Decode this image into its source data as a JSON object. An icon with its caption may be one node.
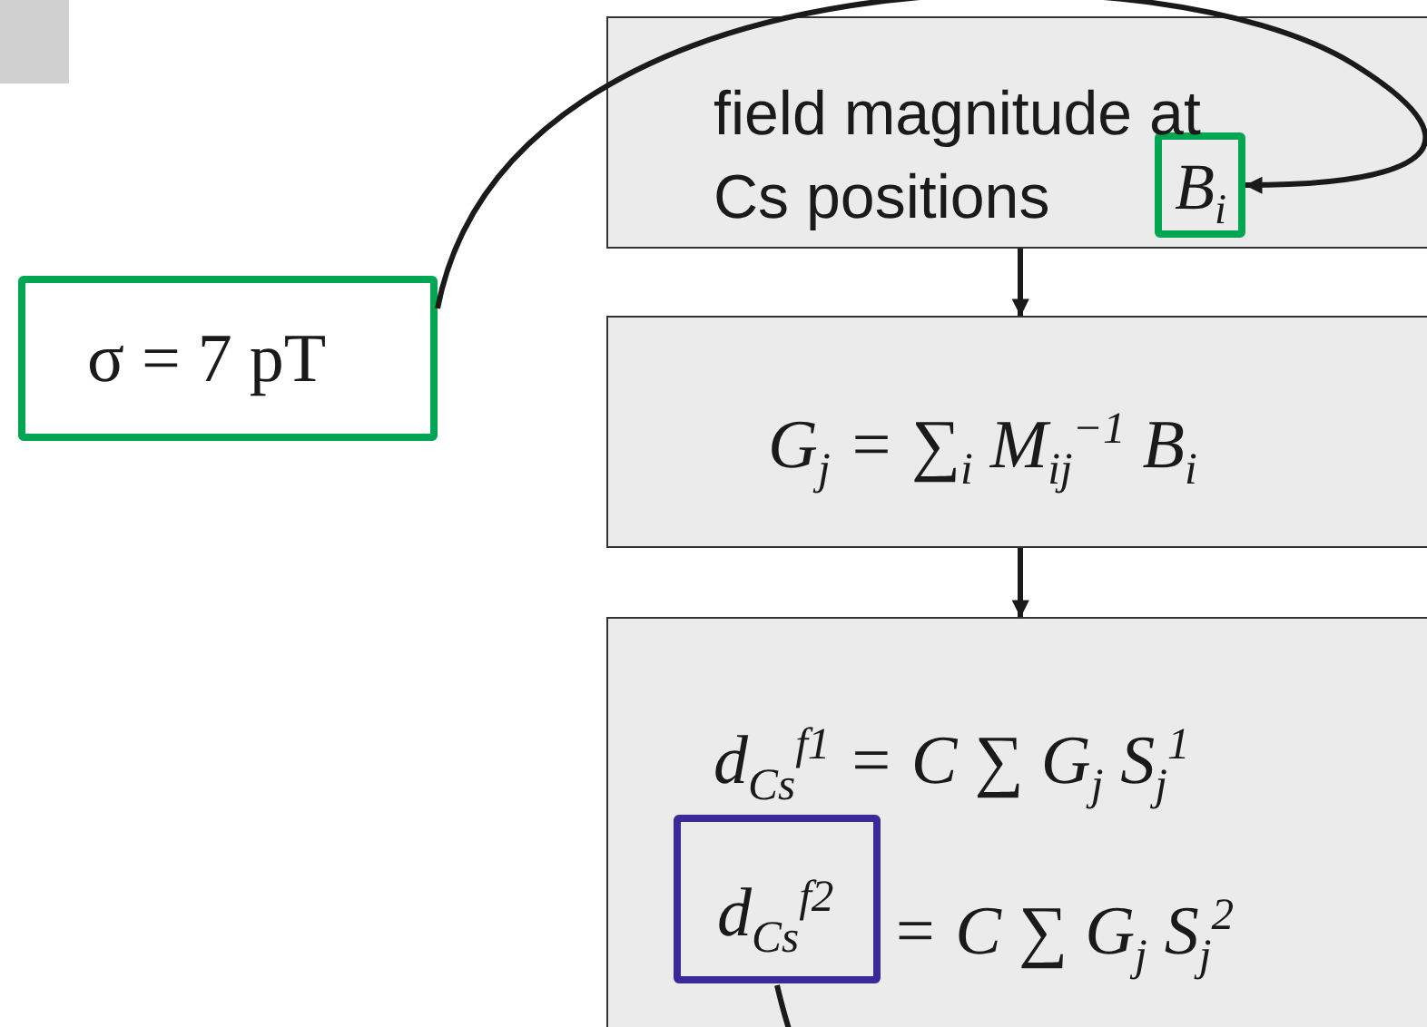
{
  "diagram": {
    "nodes": [
      {
        "text": [
          "field magnitude at Cs positions"
        ]
      },
      {
        "text": [
          "B$_{i}$"
        ],
        "in": 0
      },
      {
        "text": [
          "σ = 7 pT"
        ]
      },
      {
        "text": [
          "G$_{j}$ = ∑$_{i}$ M$_{ij}$$^{−1}$ B$_{i}$"
        ]
      },
      {
        "text": [
          "d$_{Cs}$$^{f1}$ = C ∑ G$_{j}$ S$_{j}$$^{1}$",
          "= C ∑ G$_{j}$ S$_{j}$$^{2}$"
        ]
      },
      {
        "text": [
          "d$_{Cs}$$^{f2}$"
        ],
        "in": 4
      }
    ],
    "edges": [
      {
        "from": 2,
        "to": 1,
        "arrow": "to"
      },
      {
        "from": 0,
        "to": 3,
        "arrow": "to"
      },
      {
        "from": 3,
        "to": 4,
        "arrow": "to"
      },
      {
        "from": 5,
        "to": null,
        "arrow": "none"
      }
    ]
  }
}
